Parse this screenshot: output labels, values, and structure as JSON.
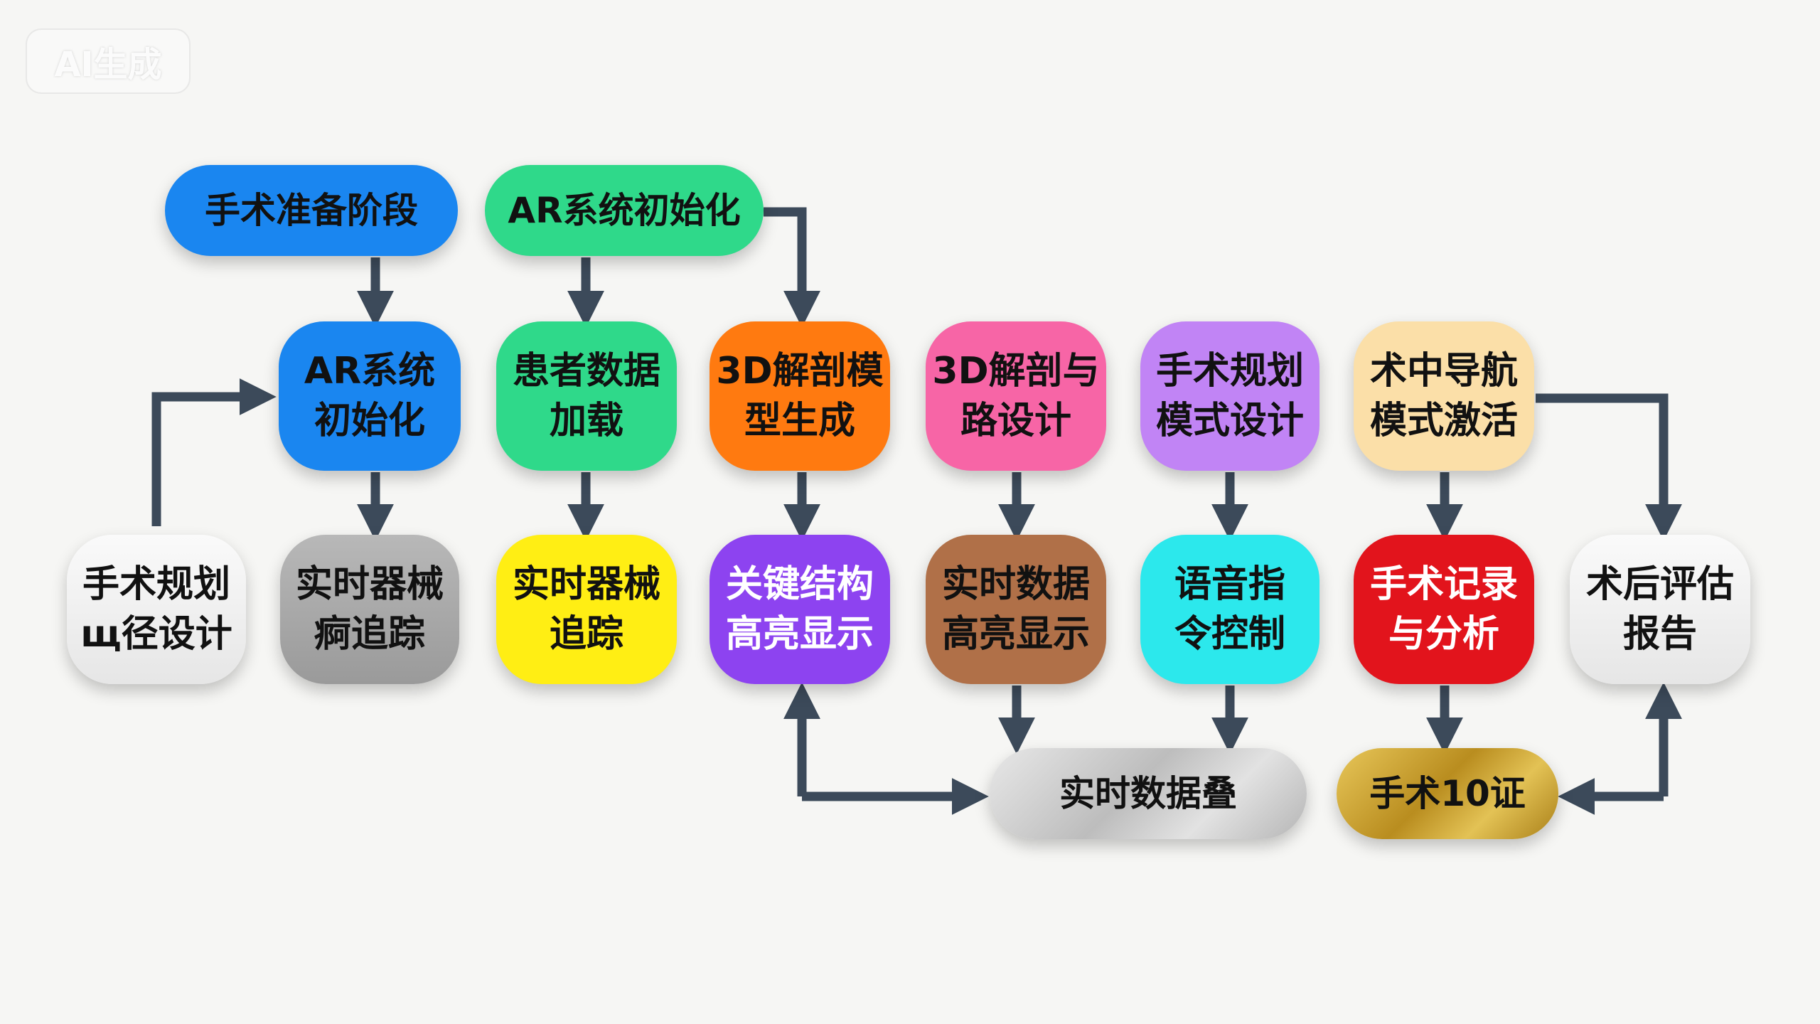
{
  "watermark": "AI生成",
  "colors": {
    "arrow": "#3c4a5a",
    "blue": "#1a86f0",
    "green": "#2fd98a",
    "orange": "#ff7a10",
    "pink": "#f765a6",
    "lavender": "#c184f5",
    "peach": "#fbdfa8",
    "white": "#efefef",
    "gray": "#a6a6a6",
    "yellow": "#ffee14",
    "purple": "#8d43f0",
    "brown": "#b07048",
    "cyan": "#2ce8ec",
    "red": "#e2141c",
    "silver": "#cfcfcf",
    "gold": "#cfa733"
  },
  "nodes": {
    "prep": {
      "lines": [
        "手术准备阶段"
      ]
    },
    "ar_init_top": {
      "lines": [
        "AR系统初始化"
      ]
    },
    "ar_init": {
      "lines": [
        "AR系统",
        "初始化"
      ]
    },
    "patient_data": {
      "lines": [
        "患者数据",
        "加载"
      ]
    },
    "model_gen": {
      "lines": [
        "3D解剖模",
        "型生成"
      ]
    },
    "path_design": {
      "lines": [
        "3D解剖与",
        "路设计"
      ]
    },
    "plan_mode": {
      "lines": [
        "手术规划",
        "模式设计"
      ]
    },
    "nav_mode": {
      "lines": [
        "术中导航",
        "模式激活"
      ]
    },
    "plan_path": {
      "lines": [
        "手术规划",
        "щ径设计"
      ]
    },
    "track_gray": {
      "lines": [
        "实时器械",
        "痾追踪"
      ]
    },
    "track_yellow": {
      "lines": [
        "实时器械",
        "追踪"
      ]
    },
    "highlight_struct": {
      "lines": [
        "关键结构",
        "高亮显示"
      ]
    },
    "highlight_data": {
      "lines": [
        "实时数据",
        "高亮显示"
      ]
    },
    "voice": {
      "lines": [
        "语音指",
        "令控制"
      ]
    },
    "record": {
      "lines": [
        "手术记录",
        "与分析"
      ]
    },
    "report": {
      "lines": [
        "术后评估",
        "报告"
      ]
    },
    "overlay": {
      "lines": [
        "实时数据叠"
      ]
    },
    "vitals": {
      "lines": [
        "手术10证"
      ]
    }
  }
}
